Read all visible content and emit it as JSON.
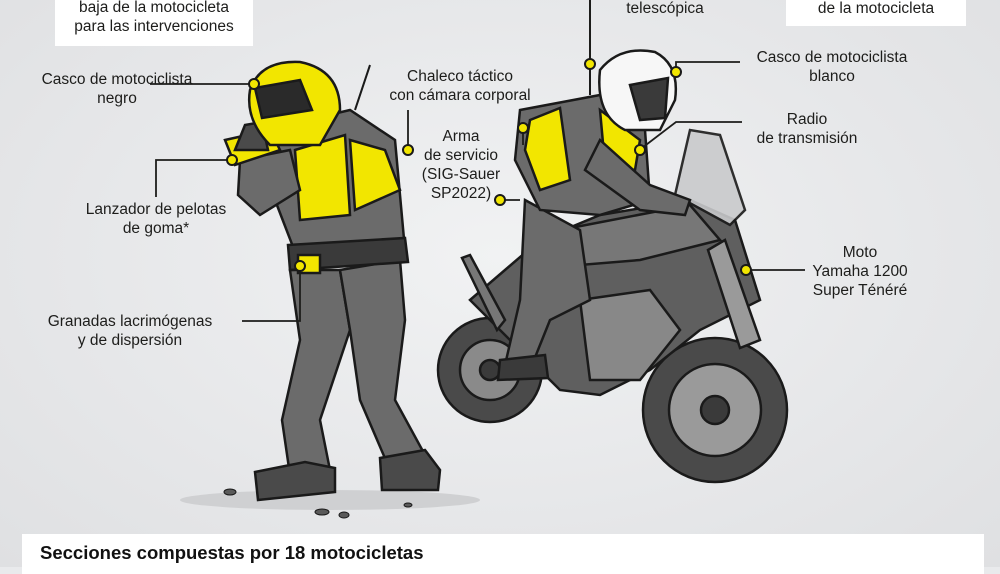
{
  "labels": {
    "top_left": {
      "line1": "baja de la motocicleta",
      "line2": "para las intervenciones"
    },
    "top_mid": {
      "line1": "telescópica"
    },
    "top_right": {
      "line1": "de la motocicleta"
    },
    "black_helmet": {
      "line1": "Casco de motociclista",
      "line2": "negro"
    },
    "launcher": {
      "line1": "Lanzador de pelotas",
      "line2": "de goma*"
    },
    "grenades": {
      "line1": "Granadas lacrimógenas",
      "line2": "y de dispersión"
    },
    "vest": {
      "line1": "Chaleco táctico",
      "line2": "con cámara corporal"
    },
    "weapon": {
      "line1": "Arma",
      "line2": "de servicio",
      "line3": "(SIG-Sauer",
      "line4": "SP2022)"
    },
    "white_helmet": {
      "line1": "Casco de motociclista",
      "line2": "blanco"
    },
    "radio": {
      "line1": "Radio",
      "line2": "de transmisión"
    },
    "moto": {
      "line1": "Moto",
      "line2": "Yamaha 1200",
      "line3": "Super Ténéré"
    }
  },
  "footer": {
    "title": "Secciones compuestas por 18 motocicletas"
  },
  "colors": {
    "accent_yellow": "#f2e600",
    "uniform_gray": "#6b6b6b",
    "outline": "#1a1a1a",
    "background": "#e9eaec"
  }
}
